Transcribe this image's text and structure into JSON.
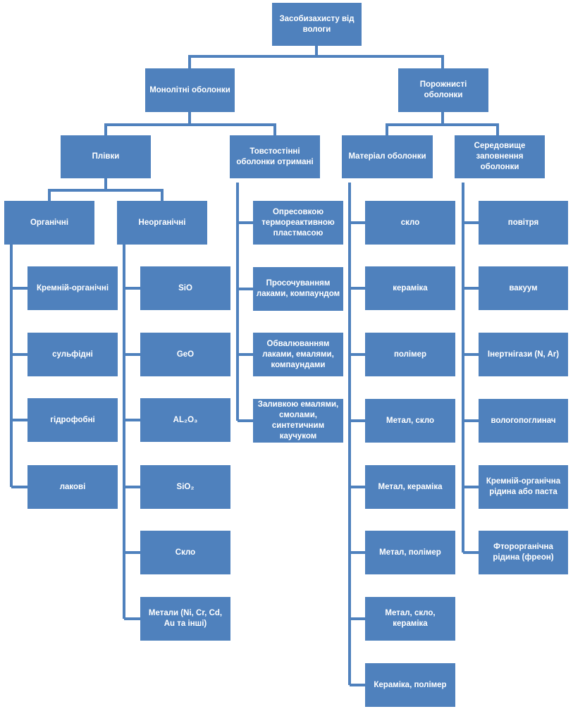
{
  "root": "Засобизахисту від вологи",
  "monolithic": {
    "title": "Монолітні оболонки",
    "films": {
      "title": "Плівки",
      "organic": {
        "title": "Органічні",
        "items": [
          "Кремній-органічні",
          "сульфідні",
          "гідрофобні",
          "лакові"
        ]
      },
      "inorganic": {
        "title": "Неорганічні",
        "items": [
          "SiO",
          "GeO",
          "AL₂O₃",
          "SiO₂",
          "Скло",
          "Метали (Ni, Cr, Cd, Au та інші)"
        ]
      }
    },
    "thick": {
      "title": "Товстостінні оболонки отримані",
      "items": [
        "Опресовкою термореактивною пластмасою",
        "Просочуванням лаками, компаундом",
        "Обвалюванням лаками, емалями, компаундами",
        "Заливкою емалями, смолами, синтетичним каучуком"
      ]
    }
  },
  "hollow": {
    "title": "Порожнисті оболонки",
    "material": {
      "title": "Матеріал оболонки",
      "items": [
        "скло",
        "кераміка",
        "полімер",
        "Метал, скло",
        "Метал, кераміка",
        "Метал, полімер",
        "Метал, скло, кераміка",
        "Кераміка, полімер"
      ]
    },
    "filling": {
      "title": "Середовище заповнення оболонки",
      "items": [
        "повітря",
        "вакуум",
        "Інертнігази (N, Ar)",
        "вологопоглинач",
        "Кремній-органічна рідина або паста",
        "Фторорганічна рідина (фреон)"
      ]
    }
  },
  "colors": {
    "box": "#4f81bd",
    "line": "#4f81bd",
    "text": "#ffffff"
  }
}
